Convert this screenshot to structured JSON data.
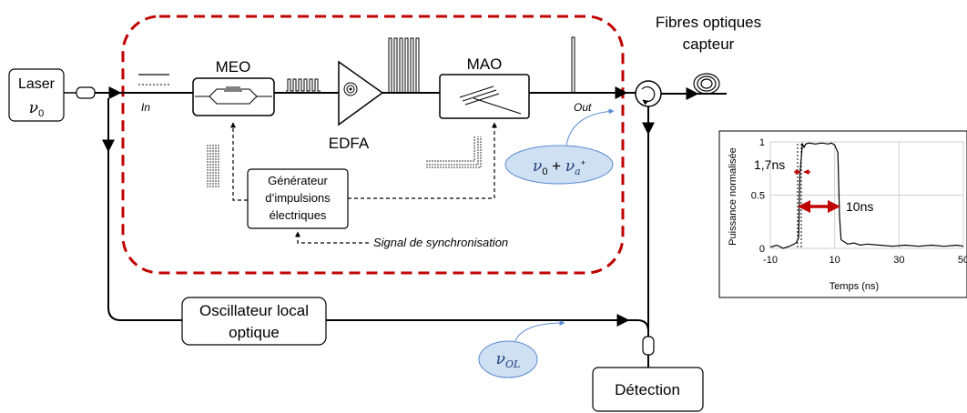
{
  "diagram": {
    "laser": {
      "label": "Laser",
      "freq_base": "ν",
      "freq_sub": "0"
    },
    "modules": {
      "meo": "MEO",
      "mao": "MAO",
      "edfa": "EDFA"
    },
    "signal_labels": {
      "in": "In",
      "out": "Out"
    },
    "pulse_generator": {
      "line1": "Générateur",
      "line2": "d’impulsions",
      "line3": "électriques"
    },
    "sync_signal": "Signal de synchronisation",
    "fiber_sensor": {
      "line1": "Fibres optiques",
      "line2": "capteur"
    },
    "local_oscillator": {
      "line1": "Oscillateur local",
      "line2": "optique"
    },
    "detection": "Détection",
    "bubble_out": {
      "text_a": "ν",
      "sub_a": "0",
      "plus": " + ",
      "text_b": "ν",
      "sub_b": "a",
      "sup_b": "+"
    },
    "bubble_ol": {
      "text": "ν",
      "sub": "OL"
    },
    "colors": {
      "frame": "#c00000",
      "bubble_fill": "#cfe0f3",
      "bubble_stroke": "#5b8bd0",
      "annotation": "#c00000"
    }
  },
  "chart_data": {
    "type": "line",
    "title": "",
    "xlabel": "Temps (ns)",
    "ylabel": "Puissance normalisée",
    "xlim": [
      -10,
      50
    ],
    "ylim": [
      0,
      1
    ],
    "xticks": [
      -10,
      10,
      30,
      50
    ],
    "yticks": [
      0,
      0.5,
      1
    ],
    "x": [
      -10,
      -8,
      -6,
      -4,
      -2,
      -1.2,
      -0.8,
      0,
      0.5,
      1,
      2,
      4,
      6,
      8,
      9,
      10,
      11,
      11.5,
      12,
      14,
      16,
      18,
      20,
      24,
      28,
      32,
      36,
      40,
      44,
      48,
      50
    ],
    "y": [
      0.01,
      0.03,
      0.0,
      0.02,
      0.05,
      0.1,
      0.7,
      0.98,
      0.95,
      0.98,
      0.99,
      0.98,
      0.99,
      0.98,
      0.99,
      0.97,
      0.9,
      0.3,
      0.08,
      0.04,
      0.05,
      0.03,
      0.04,
      0.03,
      0.02,
      0.03,
      0.02,
      0.03,
      0.02,
      0.03,
      0.02
    ],
    "annotations": [
      {
        "text": "1,7ns"
      },
      {
        "text": "10ns"
      }
    ],
    "grid": true
  }
}
